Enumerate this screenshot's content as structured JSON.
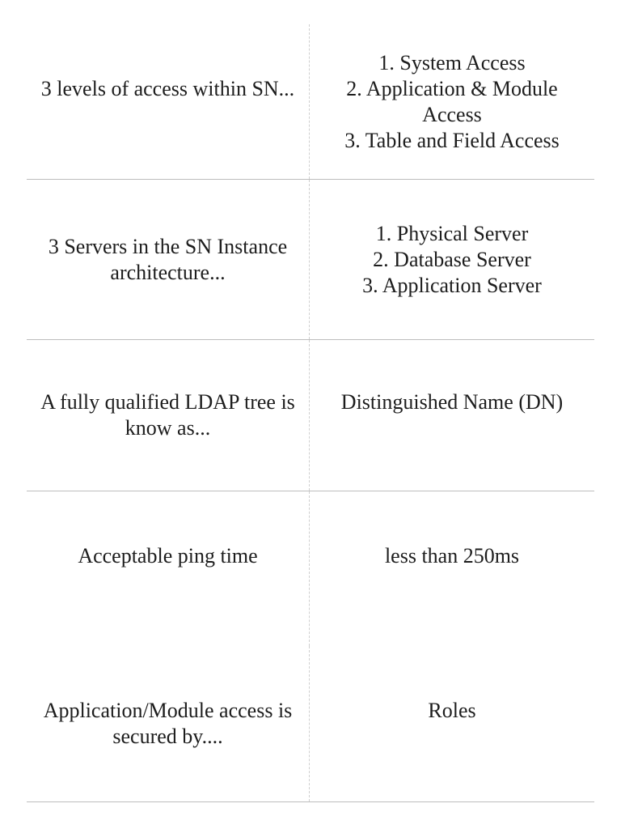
{
  "colors": {
    "background": "#ffffff",
    "text": "#1d1d1d",
    "row_divider": "#bdbdbd",
    "column_dotted_divider": "#cfcfcf"
  },
  "cards": [
    {
      "front": "3 levels of access within SN...",
      "back": "1. System Access\n2. Application & Module Access\n3. Table and Field Access"
    },
    {
      "front": "3 Servers in the SN Instance architecture...",
      "back": "1. Physical Server\n2. Database Server\n3. Application Server"
    },
    {
      "front": "A fully qualified LDAP tree is know as...",
      "back": "Distinguished Name (DN)"
    },
    {
      "front": "Acceptable ping time",
      "back": "less than 250ms"
    },
    {
      "front": "Application/Module access is secured by....",
      "back": "Roles"
    }
  ]
}
